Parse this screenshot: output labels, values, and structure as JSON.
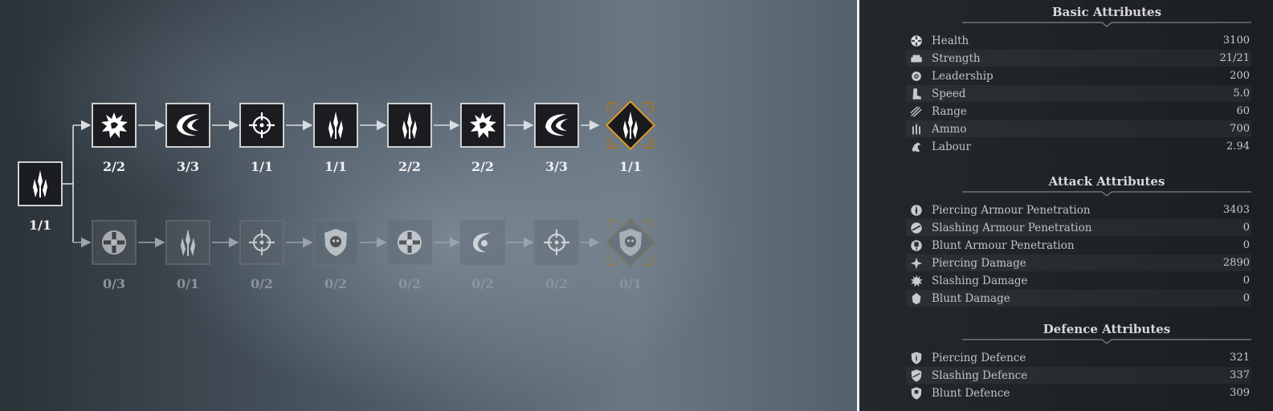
{
  "tree": {
    "root": {
      "count": "1/1",
      "icon": "spear-icon"
    },
    "top_row": [
      {
        "count": "2/2",
        "icon": "burst-claw-icon"
      },
      {
        "count": "3/3",
        "icon": "slash-arc-icon"
      },
      {
        "count": "1/1",
        "icon": "crosshair-icon"
      },
      {
        "count": "1/1",
        "icon": "spear-icon"
      },
      {
        "count": "2/2",
        "icon": "spear-icon"
      },
      {
        "count": "2/2",
        "icon": "burst-claw-icon"
      },
      {
        "count": "3/3",
        "icon": "slash-arc-icon"
      },
      {
        "count": "1/1",
        "icon": "spear-icon",
        "special": true
      }
    ],
    "bottom_row": [
      {
        "count": "0/3",
        "icon": "health-cross-icon"
      },
      {
        "count": "0/1",
        "icon": "spear-icon"
      },
      {
        "count": "0/2",
        "icon": "crosshair-icon"
      },
      {
        "count": "0/2",
        "icon": "skull-shield-icon"
      },
      {
        "count": "0/2",
        "icon": "health-cross-icon"
      },
      {
        "count": "0/2",
        "icon": "swirl-icon"
      },
      {
        "count": "0/2",
        "icon": "crosshair-icon"
      },
      {
        "count": "0/1",
        "icon": "skull-shield-icon",
        "special": true
      }
    ],
    "colors": {
      "unlocked_border": "#cfcfcf",
      "locked": "#6c737a",
      "special_border": "#e39a2d"
    }
  },
  "panel": {
    "sections": [
      {
        "title": "Basic Attributes",
        "rows": [
          {
            "label": "Health",
            "value": "3100",
            "icon": "health-cross-icon"
          },
          {
            "label": "Strength",
            "value": "21/21",
            "icon": "strength-icon"
          },
          {
            "label": "Leadership",
            "value": "200",
            "icon": "leadership-icon"
          },
          {
            "label": "Speed",
            "value": "5.0",
            "icon": "boot-icon"
          },
          {
            "label": "Range",
            "value": "60",
            "icon": "range-arrows-icon"
          },
          {
            "label": "Ammo",
            "value": "700",
            "icon": "ammo-icon"
          },
          {
            "label": "Labour",
            "value": "2.94",
            "icon": "labour-icon"
          }
        ]
      },
      {
        "title": "Attack Attributes",
        "rows": [
          {
            "label": "Piercing Armour Penetration",
            "value": "3403",
            "icon": "piercing-penetration-icon"
          },
          {
            "label": "Slashing Armour Penetration",
            "value": "0",
            "icon": "slashing-penetration-icon"
          },
          {
            "label": "Blunt Armour Penetration",
            "value": "0",
            "icon": "blunt-penetration-icon"
          },
          {
            "label": "Piercing Damage",
            "value": "2890",
            "icon": "piercing-damage-icon"
          },
          {
            "label": "Slashing Damage",
            "value": "0",
            "icon": "slashing-damage-icon"
          },
          {
            "label": "Blunt Damage",
            "value": "0",
            "icon": "blunt-damage-icon"
          }
        ]
      },
      {
        "title": "Defence Attributes",
        "rows": [
          {
            "label": "Piercing Defence",
            "value": "321",
            "icon": "piercing-defence-icon"
          },
          {
            "label": "Slashing Defence",
            "value": "337",
            "icon": "slashing-defence-icon"
          },
          {
            "label": "Blunt Defence",
            "value": "309",
            "icon": "blunt-defence-icon"
          }
        ]
      }
    ]
  }
}
